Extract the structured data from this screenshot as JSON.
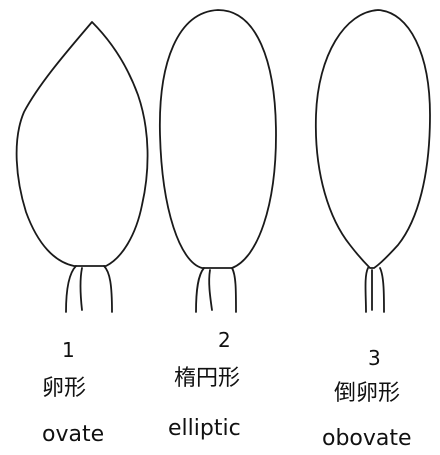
{
  "leaves": [
    {
      "number": "1",
      "name_zh": "卵形",
      "name_en": "ovate"
    },
    {
      "number": "2",
      "name_zh": "楕円形",
      "name_en": "elliptic"
    },
    {
      "number": "3",
      "name_zh": "倒卵形",
      "name_en": "obovate"
    }
  ],
  "colors": {
    "stroke": "#1a1a1a",
    "background": "#ffffff"
  }
}
